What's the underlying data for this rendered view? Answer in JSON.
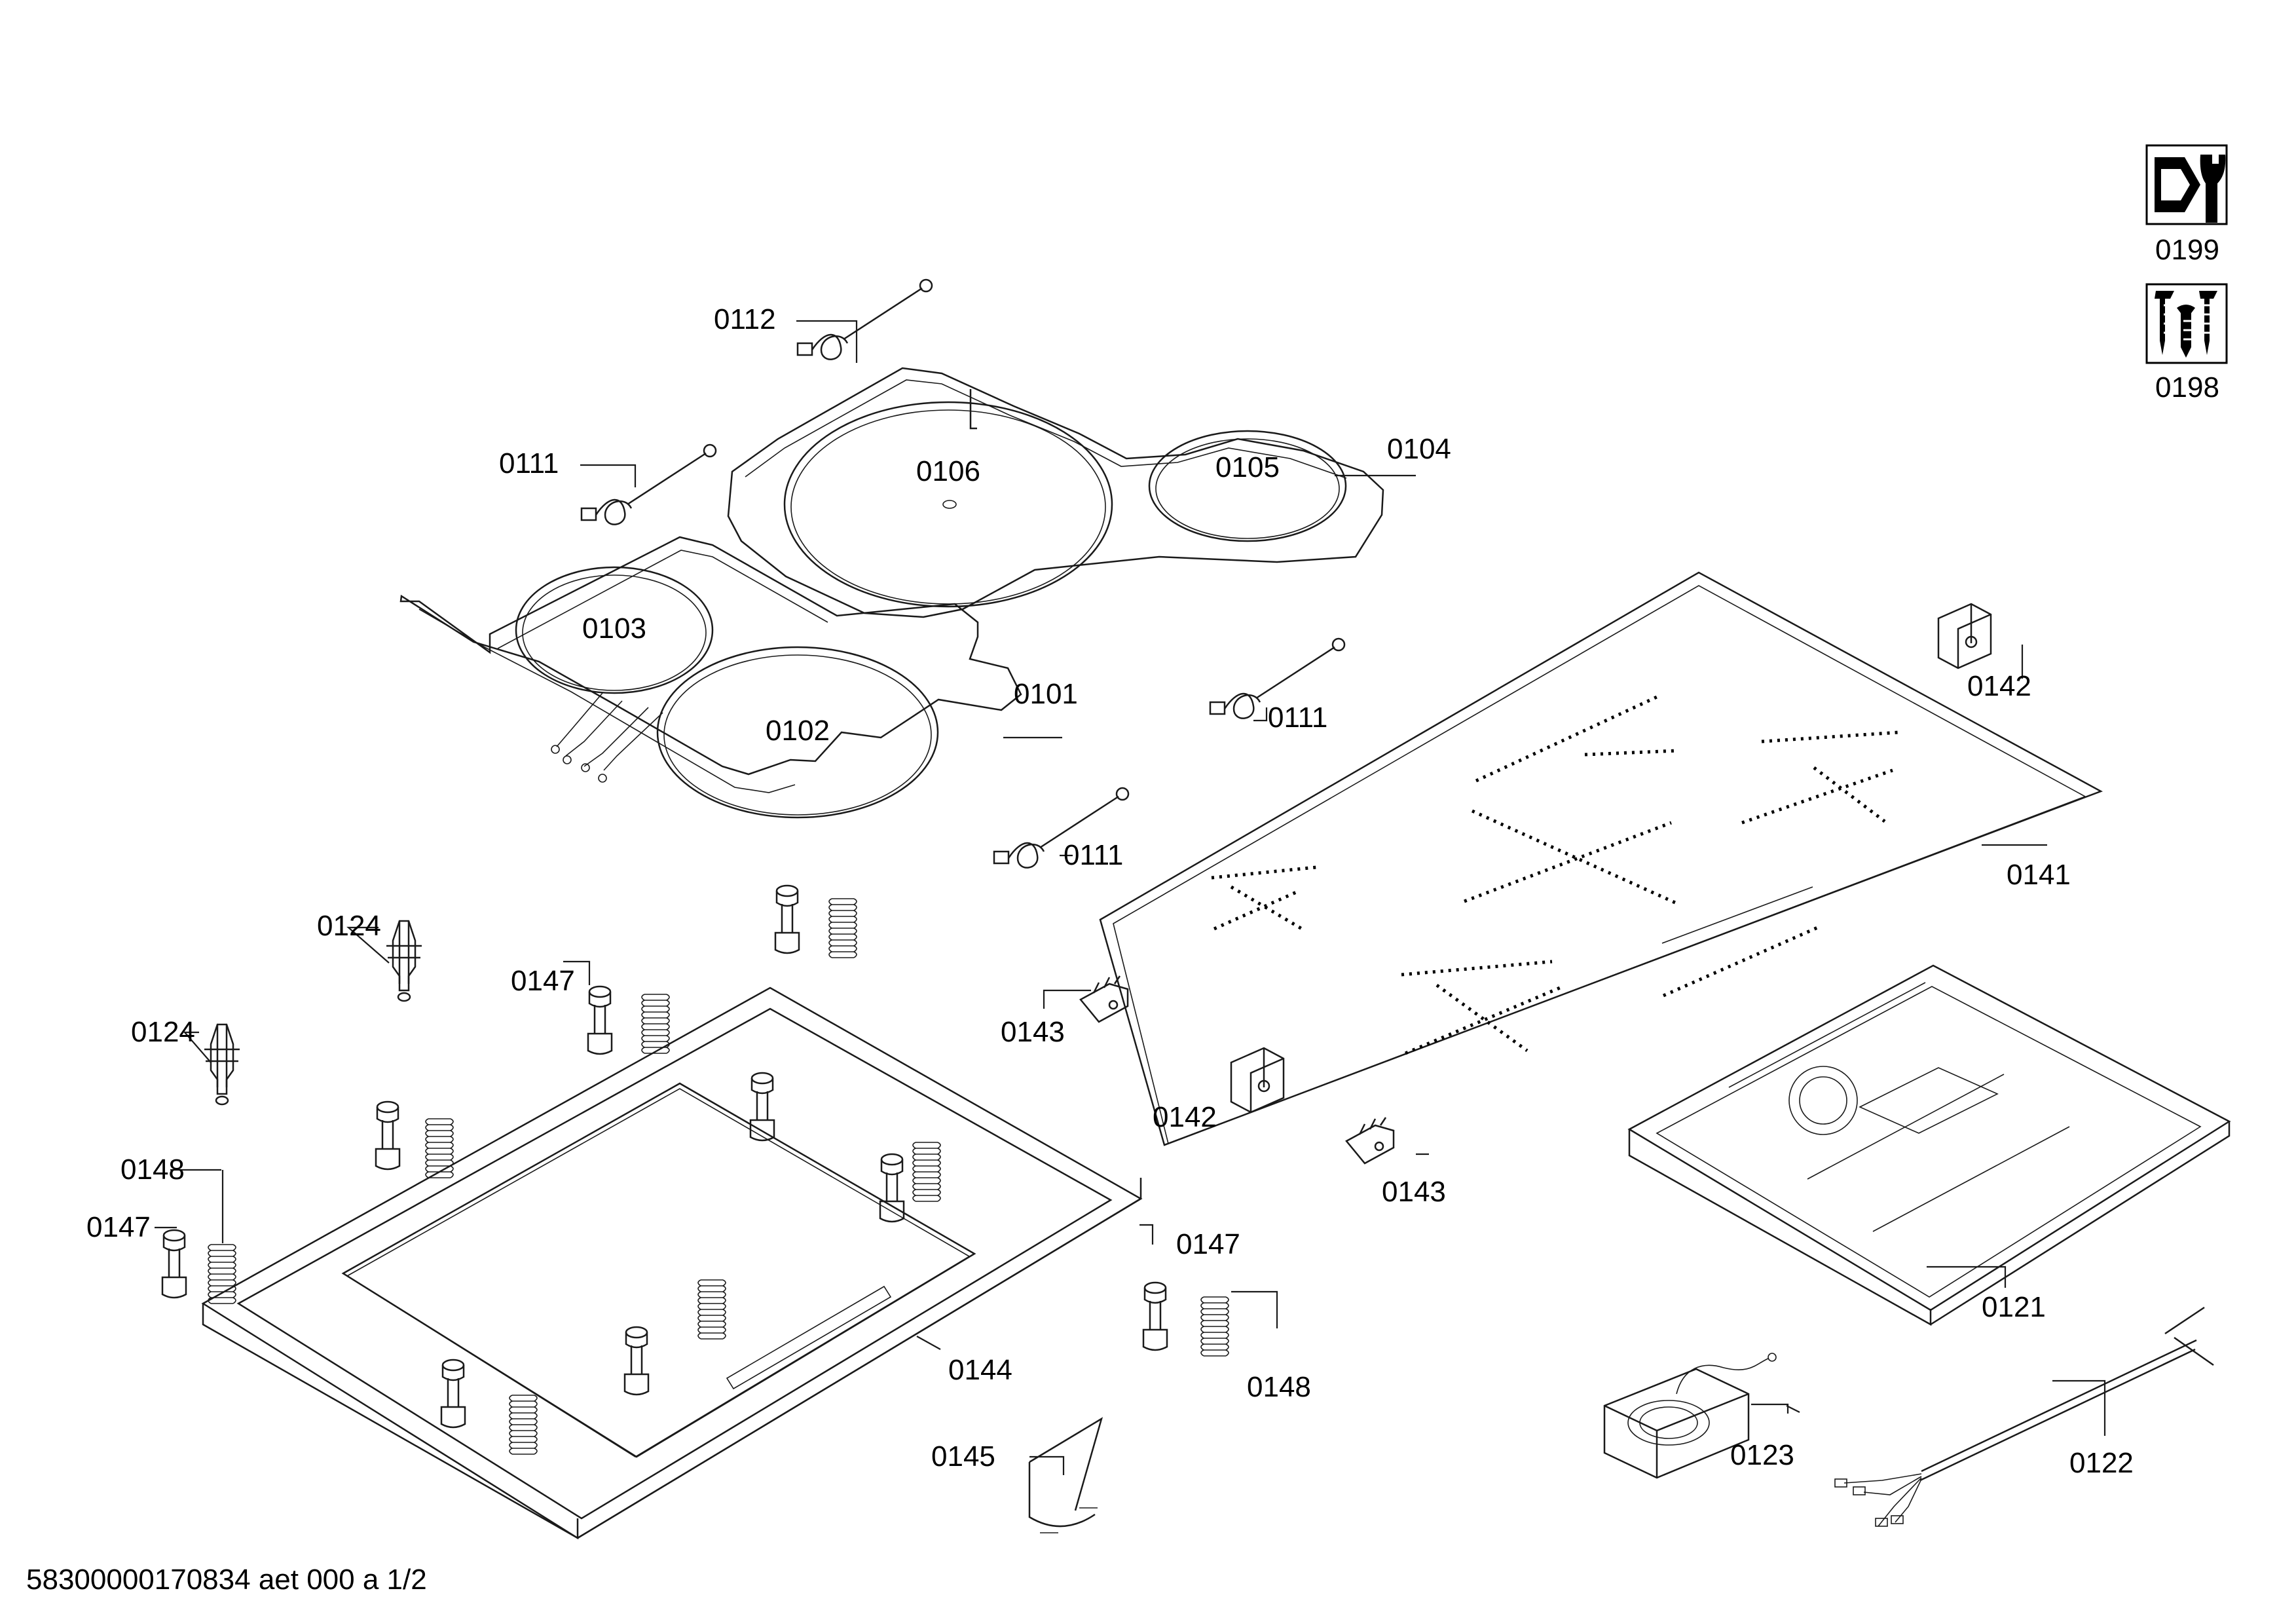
{
  "diagram": {
    "footer": "58300000170834 aet 000 a 1/2",
    "labels": {
      "p0101": "0101",
      "p0102": "0102",
      "p0103": "0103",
      "p0104": "0104",
      "p0105": "0105",
      "p0106": "0106",
      "p0111a": "0111",
      "p0111b": "0111",
      "p0111c": "0111",
      "p0112": "0112",
      "p0121": "0121",
      "p0122": "0122",
      "p0123": "0123",
      "p0124a": "0124",
      "p0124b": "0124",
      "p0141": "0141",
      "p0142a": "0142",
      "p0142b": "0142",
      "p0143a": "0143",
      "p0143b": "0143",
      "p0144": "0144",
      "p0145": "0145",
      "p0147a": "0147",
      "p0147b": "0147",
      "p0147c": "0147",
      "p0148a": "0148",
      "p0148b": "0148",
      "p0198": "0198",
      "p0199": "0199"
    },
    "icons": {
      "p0199": "wrench-nut-icon",
      "p0198": "screws-icon"
    }
  }
}
